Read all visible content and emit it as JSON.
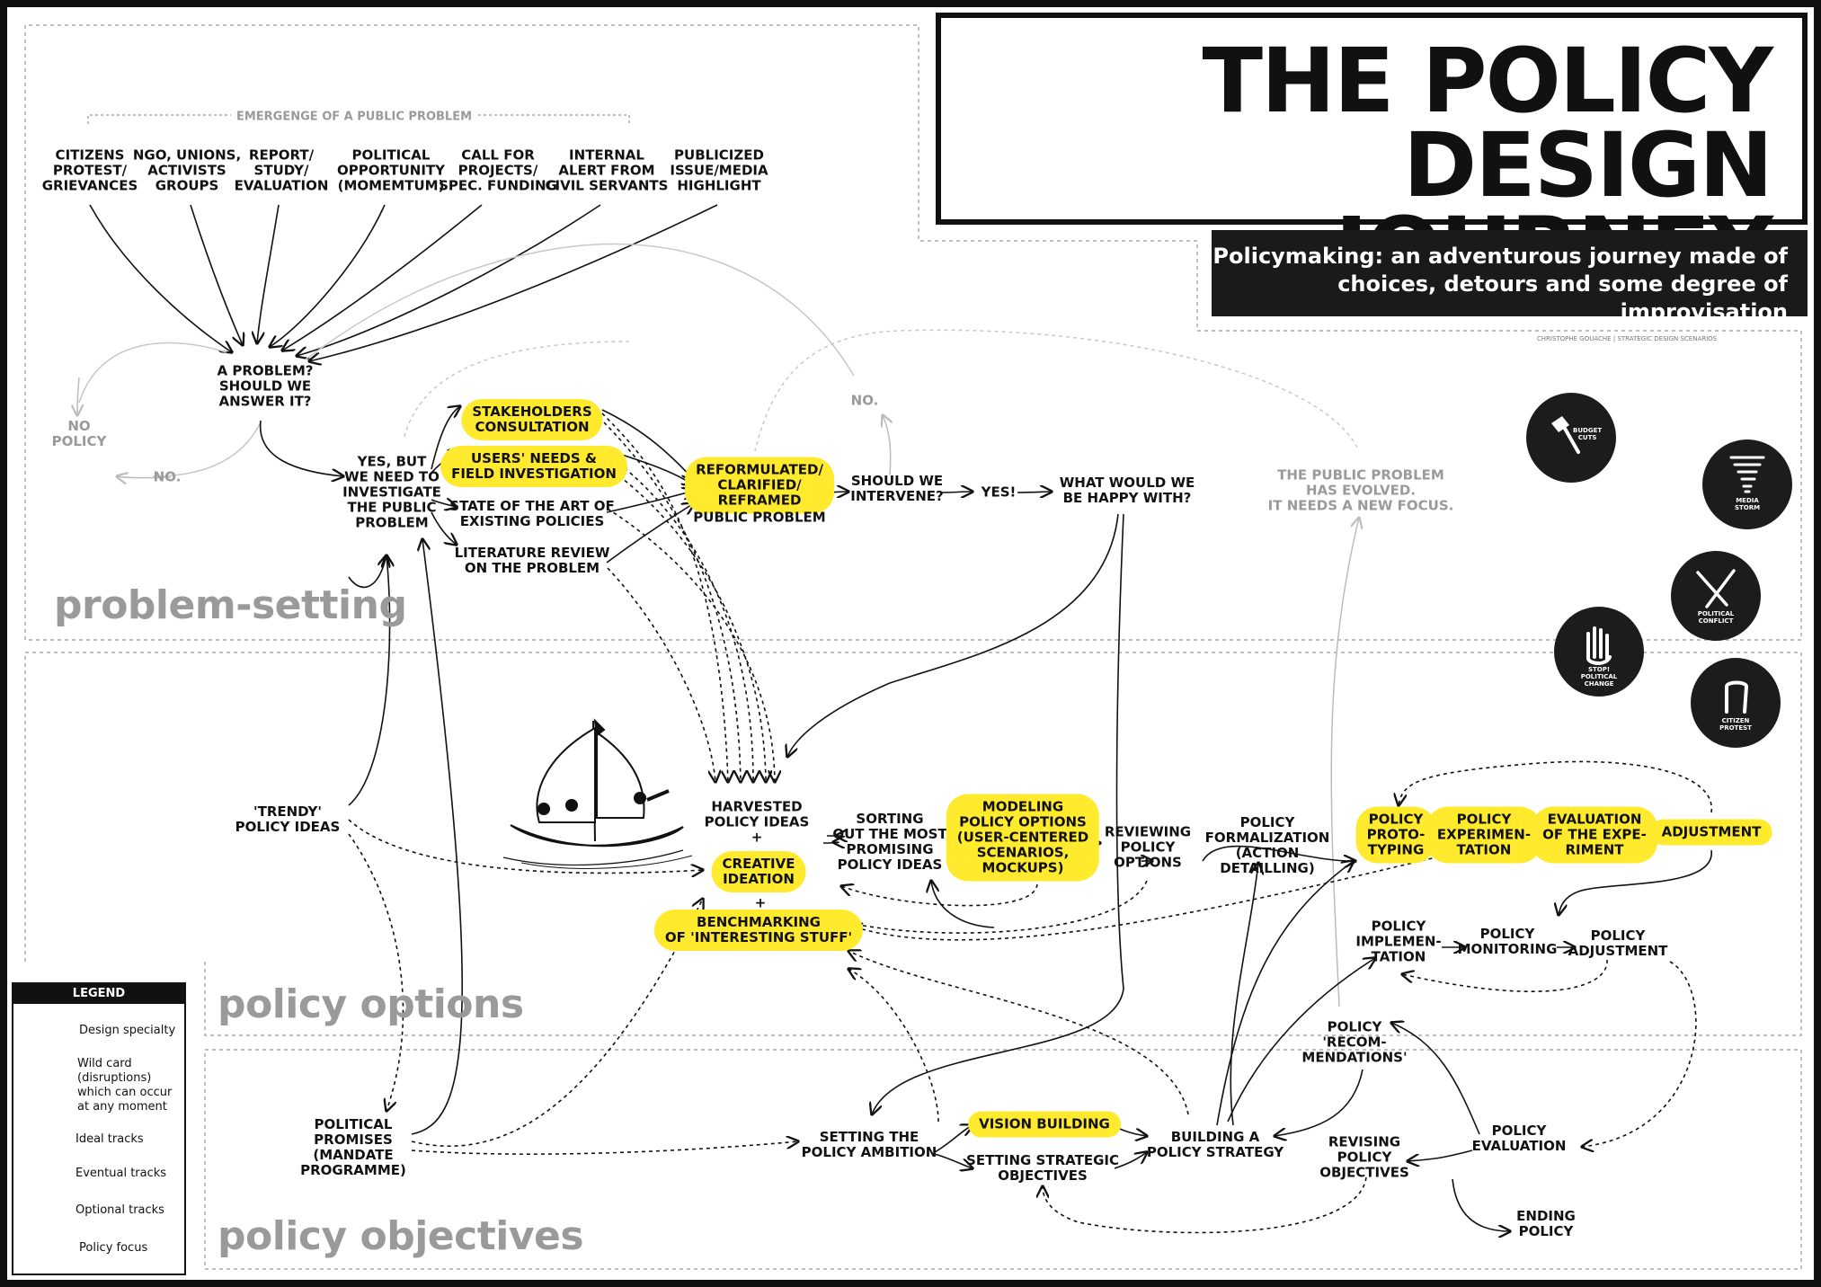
{
  "title": {
    "line1": "THE POLICY",
    "line2": "DESIGN JOURNEY"
  },
  "subtitle": {
    "line1": "Policymaking: an adventurous journey made of",
    "line2": "choices, detours and some degree of improvisation"
  },
  "credit": "CHRISTOPHE GOUACHE | STRATEGIC DESIGN SCENARIOS",
  "sections": {
    "problem_setting": "problem-setting",
    "policy_options": "policy options",
    "policy_objectives": "policy objectives"
  },
  "emergence_label": "EMERGENGE OF A PUBLIC PROBLEM",
  "sources": [
    "CITIZENS\nPROTEST/\nGRIEVANCES",
    "NGO, UNIONS,\nACTIVISTS\nGROUPS",
    "REPORT/\nSTUDY/\nEVALUATION",
    "POLITICAL\nOPPORTUNITY\n(MOMEMTUM)",
    "CALL FOR\nPROJECTS/\nSPEC. FUNDING",
    "INTERNAL\nALERT FROM\nCIVIL SERVANTS",
    "PUBLICIZED\nISSUE/MEDIA\nHIGHLIGHT"
  ],
  "nodes": {
    "a_problem": "A PROBLEM?\nSHOULD WE\nANSWER IT?",
    "no_policy": "NO\nPOLICY",
    "no_1": "NO.",
    "yes_but": "YES, BUT\nWE NEED TO\nINVESTIGATE\nTHE PUBLIC\nPROBLEM",
    "stakeholders": "STAKEHOLDERS\nCONSULTATION",
    "users_needs": "USERS' NEEDS &\nFIELD INVESTIGATION",
    "state_of_art": "STATE OF THE ART OF\nEXISTING POLICIES",
    "literature": "LITERATURE REVIEW\nON THE PROBLEM",
    "reformulated": "REFORMULATED/\nCLARIFIED/\nREFRAMED",
    "public_problem": "PUBLIC PROBLEM",
    "should_intervene": "SHOULD WE\nINTERVENE?",
    "no_2": "NO.",
    "yes": "YES!",
    "happy_with": "WHAT WOULD WE\nBE HAPPY WITH?",
    "evolved": "THE PUBLIC PROBLEM\nHAS EVOLVED.\nIT NEEDS A NEW FOCUS.",
    "trendy": "'TRENDY'\nPOLICY IDEAS",
    "harvested": "HARVESTED\nPOLICY IDEAS\n+",
    "creative": "CREATIVE\nIDEATION",
    "plus": "+",
    "benchmarking": "BENCHMARKING\nOF 'INTERESTING STUFF'",
    "sorting": "SORTING\nOUT THE MOST\nPROMISING\nPOLICY IDEAS",
    "modeling": "MODELING\nPOLICY OPTIONS\n(USER-CENTERED\nSCENARIOS,\nMOCKUPS)",
    "reviewing": "REVIEWING\nPOLICY\nOPTIONS",
    "formalization": "POLICY\nFORMALIZATION\n(ACTION\nDETAILLING)",
    "prototyping": "POLICY\nPROTO-\nTYPING",
    "experimentation": "POLICY\nEXPERIMEN-\nTATION",
    "evaluation_exp": "EVALUATION\nOF THE EXPE-\nRIMENT",
    "adjustment": "ADJUSTMENT",
    "implementation": "POLICY\nIMPLEMEN-\nTATION",
    "monitoring": "POLICY\nMONITORING",
    "policy_adjustment": "POLICY\nADJUSTMENT",
    "recommendations": "POLICY\n'RECOM-\nMENDATIONS'",
    "political_promises": "POLITICAL\nPROMISES\n(MANDATE\nPROGRAMME)",
    "ambition": "SETTING THE\nPOLICY AMBITION",
    "vision": "VISION BUILDING",
    "strategic_obj": "SETTING STRATEGIC\nOBJECTIVES",
    "strategy": "BUILDING A\nPOLICY STRATEGY",
    "revising": "REVISING\nPOLICY\nOBJECTIVES",
    "policy_evaluation": "POLICY\nEVALUATION",
    "ending": "ENDING\nPOLICY"
  },
  "wildcards": [
    {
      "label": "BUDGET\nCUTS",
      "icon": "axe-icon"
    },
    {
      "label": "MEDIA\nSTORM",
      "icon": "tornado-icon"
    },
    {
      "label": "POLITICAL\nCONFLICT",
      "icon": "swords-icon"
    },
    {
      "label": "STOP!\nPOLITICAL\nCHANGE",
      "icon": "hand-icon"
    },
    {
      "label": "CITIZEN\nPROTEST",
      "icon": "fist-icon"
    }
  ],
  "legend": {
    "title": "LEGEND",
    "items": [
      {
        "label": "Design specialty"
      },
      {
        "label": "Wild card\n(disruptions)\nwhich can occur\nat any moment"
      },
      {
        "label": "Ideal tracks"
      },
      {
        "label": "Eventual tracks"
      },
      {
        "label": "Optional tracks"
      },
      {
        "label": "Policy focus"
      }
    ]
  },
  "colors": {
    "highlight": "#ffea2e",
    "ink": "#111111",
    "gray": "#9a9a9a",
    "dark_panel": "#1a1a1a"
  }
}
